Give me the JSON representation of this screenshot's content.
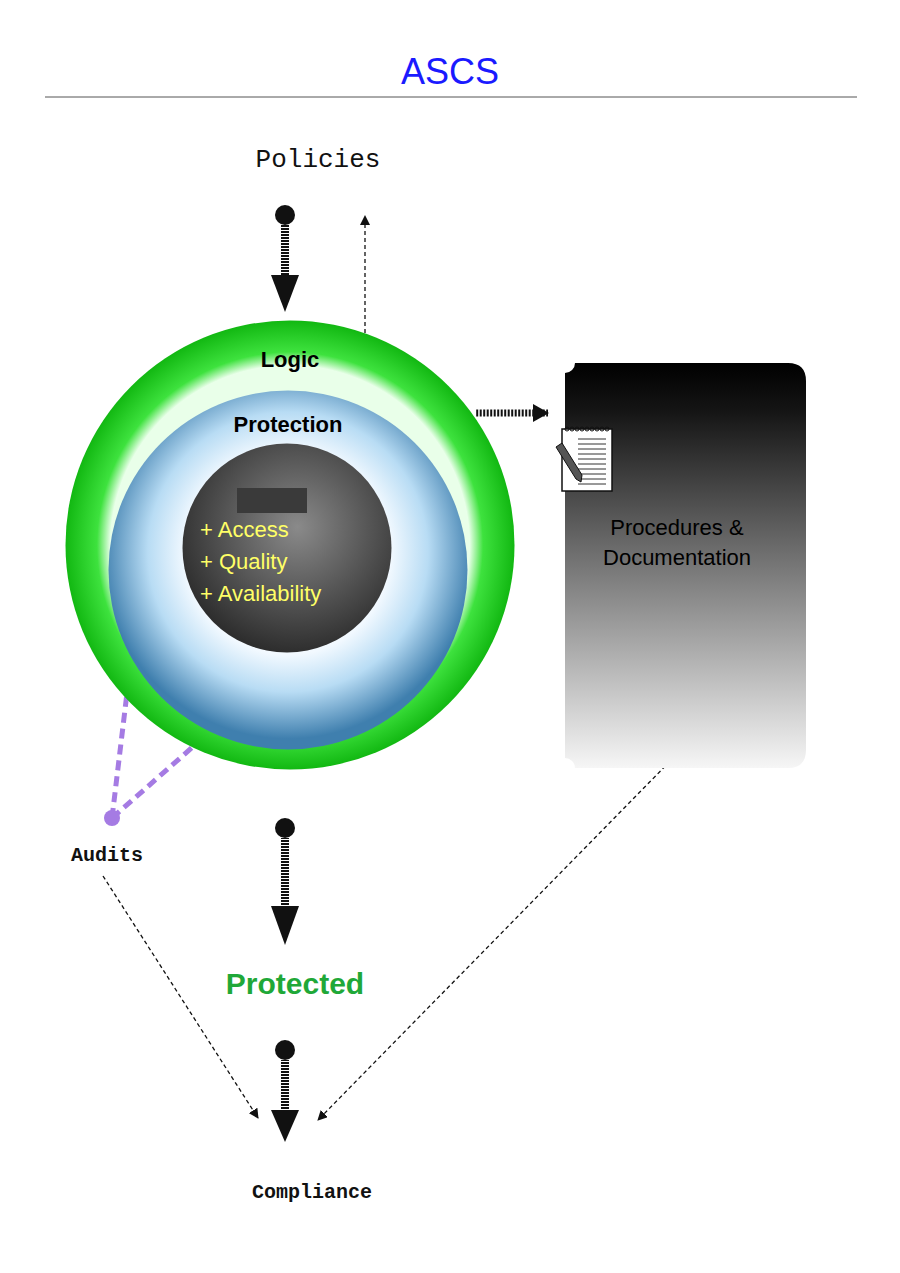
{
  "diagram": {
    "title": "ASCS",
    "nodes": [
      {
        "text": [
          "Logic"
        ]
      },
      {
        "text": [
          "Protection"
        ],
        "in": 0
      },
      {
        "text": [
          "+ Access",
          "+ Quality",
          "+ Availability"
        ],
        "in": 1
      },
      {
        "text": [
          "Procedures & Documentation"
        ]
      }
    ],
    "edges": [
      {
        "from": 0,
        "to": 3,
        "arrow": "to"
      }
    ],
    "labels": [
      "Policies",
      "Audits",
      "Protected",
      "Compliance"
    ]
  }
}
